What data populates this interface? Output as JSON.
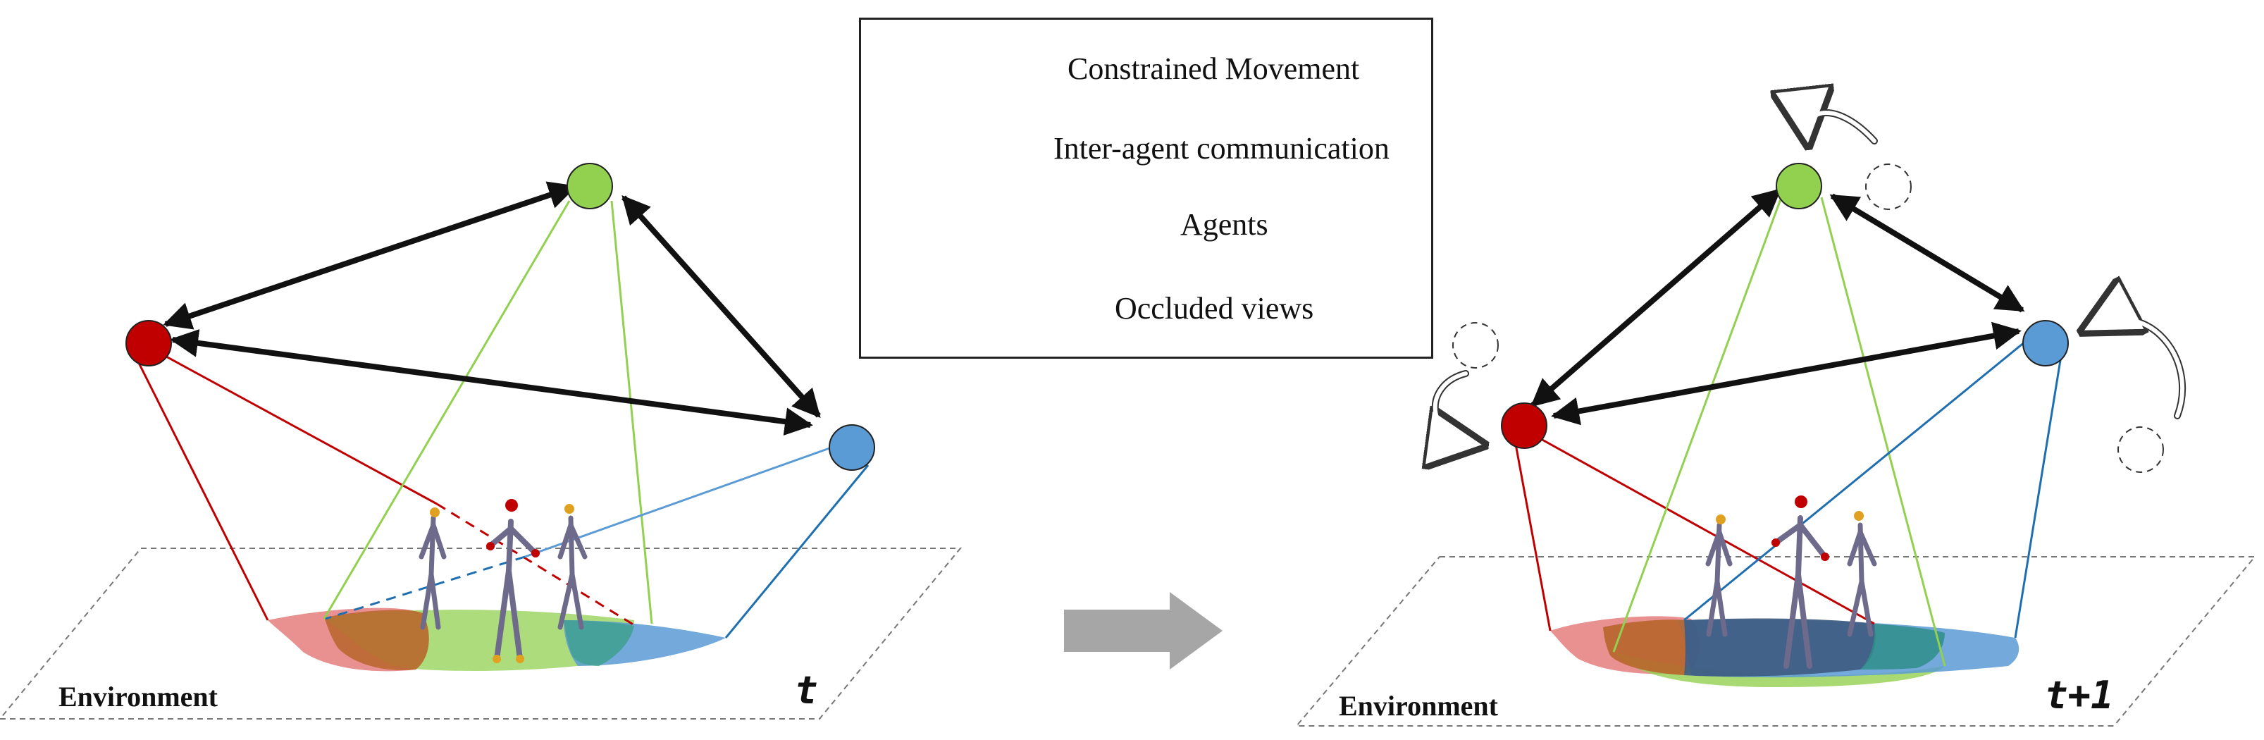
{
  "legend": {
    "constrained_movement": "Constrained Movement",
    "inter_agent_communication": "Inter-agent communication",
    "agents": "Agents",
    "occluded_views": "Occluded views"
  },
  "left_panel": {
    "environment_label": "Environment",
    "time_label": "t"
  },
  "right_panel": {
    "environment_label": "Environment",
    "time_label": "t+1"
  },
  "colors": {
    "agent_red": "#c00000",
    "agent_green": "#92d050",
    "agent_blue": "#5b9bd5",
    "arrow_gray": "#a6a6a6"
  },
  "icons": [
    "curved-arrow-icon",
    "double-arrow-icon",
    "agent-circle-icon",
    "dashed-line-icon",
    "transition-arrow-icon",
    "skeleton-figure-icon"
  ]
}
